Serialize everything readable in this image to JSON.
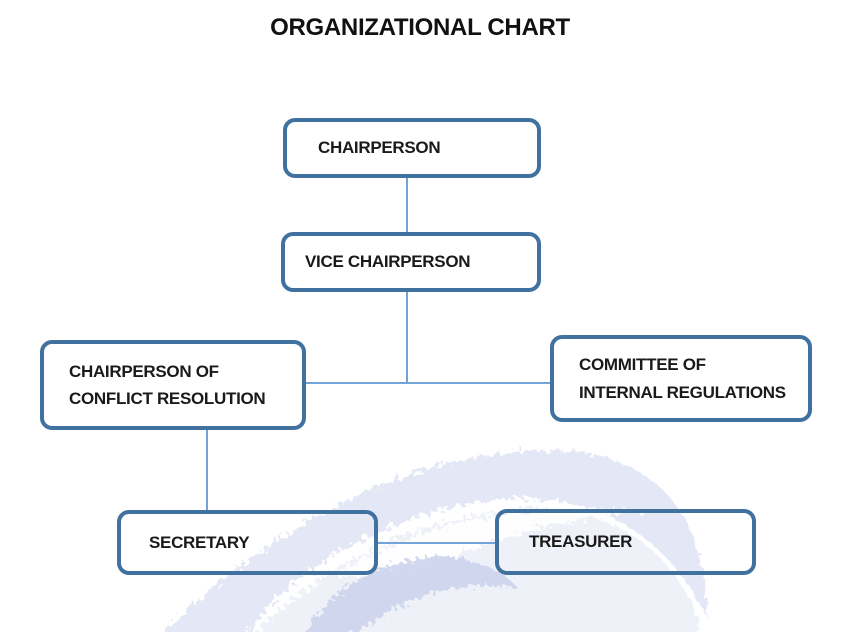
{
  "page": {
    "title": "ORGANIZATIONAL CHART"
  },
  "colors": {
    "box_border": "#41719f",
    "connector": "#74a3d9",
    "label_text": "#1a1a1a",
    "title_text": "#111111",
    "watermark_band": "#dfe3f4",
    "watermark_pale": "#e7eaf6",
    "watermark_wing": "#ccd3ec",
    "watermark_highlight": "#ffffff"
  },
  "nodes": {
    "chairperson": {
      "label": "CHAIRPERSON"
    },
    "vice_chairperson": {
      "label": "VICE CHAIRPERSON"
    },
    "conflict_resolution": {
      "label": "CHAIRPERSON OF\nCONFLICT RESOLUTION"
    },
    "internal_regulations": {
      "label": "COMMITTEE OF\nINTERNAL REGULATIONS"
    },
    "secretary": {
      "label": "SECRETARY"
    },
    "treasurer": {
      "label": "TREASURER"
    }
  },
  "edges": [
    {
      "from": "chairperson",
      "to": "vice_chairperson"
    },
    {
      "from": "vice_chairperson",
      "to": "conflict_resolution"
    },
    {
      "from": "vice_chairperson",
      "to": "internal_regulations"
    },
    {
      "from": "conflict_resolution",
      "to": "secretary"
    },
    {
      "from": "secretary",
      "to": "treasurer"
    }
  ]
}
